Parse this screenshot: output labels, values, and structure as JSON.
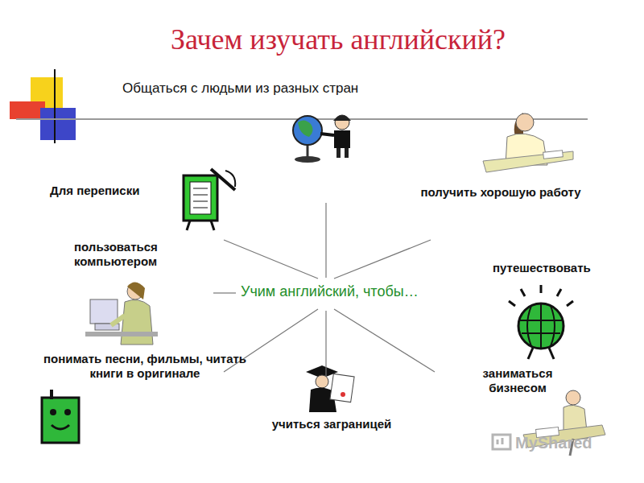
{
  "diagram": {
    "title": "Зачем изучать английский?",
    "labels": [
      "Общаться с людьми из разных стран",
      "Учим английский, чтобы…",
      "Для переписки",
      "получить хорошую работу",
      "пользоваться компьютером",
      "путешествовать",
      "понимать песни, фильмы, читать книги в оригинале",
      "заниматься бизнесом",
      "учиться заграницей",
      "MyShared"
    ]
  }
}
